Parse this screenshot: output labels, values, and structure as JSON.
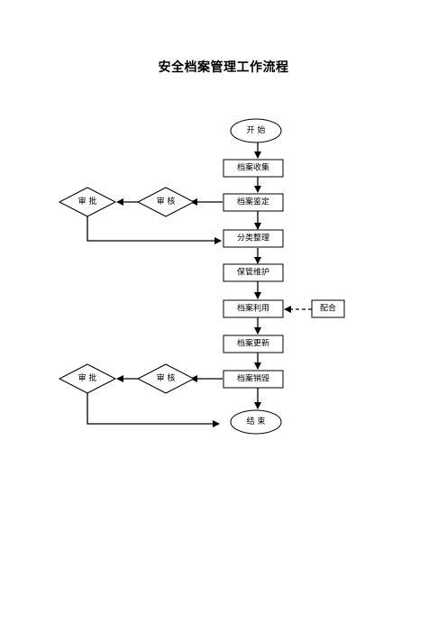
{
  "title": "安全档案管理工作流程",
  "nodes": {
    "start": "开 始",
    "collect": "档案收集",
    "appraise": "档案鉴定",
    "review1": "审 核",
    "approve1": "审 批",
    "classify": "分类整理",
    "maintain": "保管维护",
    "use": "档案利用",
    "cooperate": "配合",
    "update": "档案更新",
    "destroy": "档案销毁",
    "review2": "审 核",
    "approve2": "审 批",
    "end": "结 束"
  }
}
